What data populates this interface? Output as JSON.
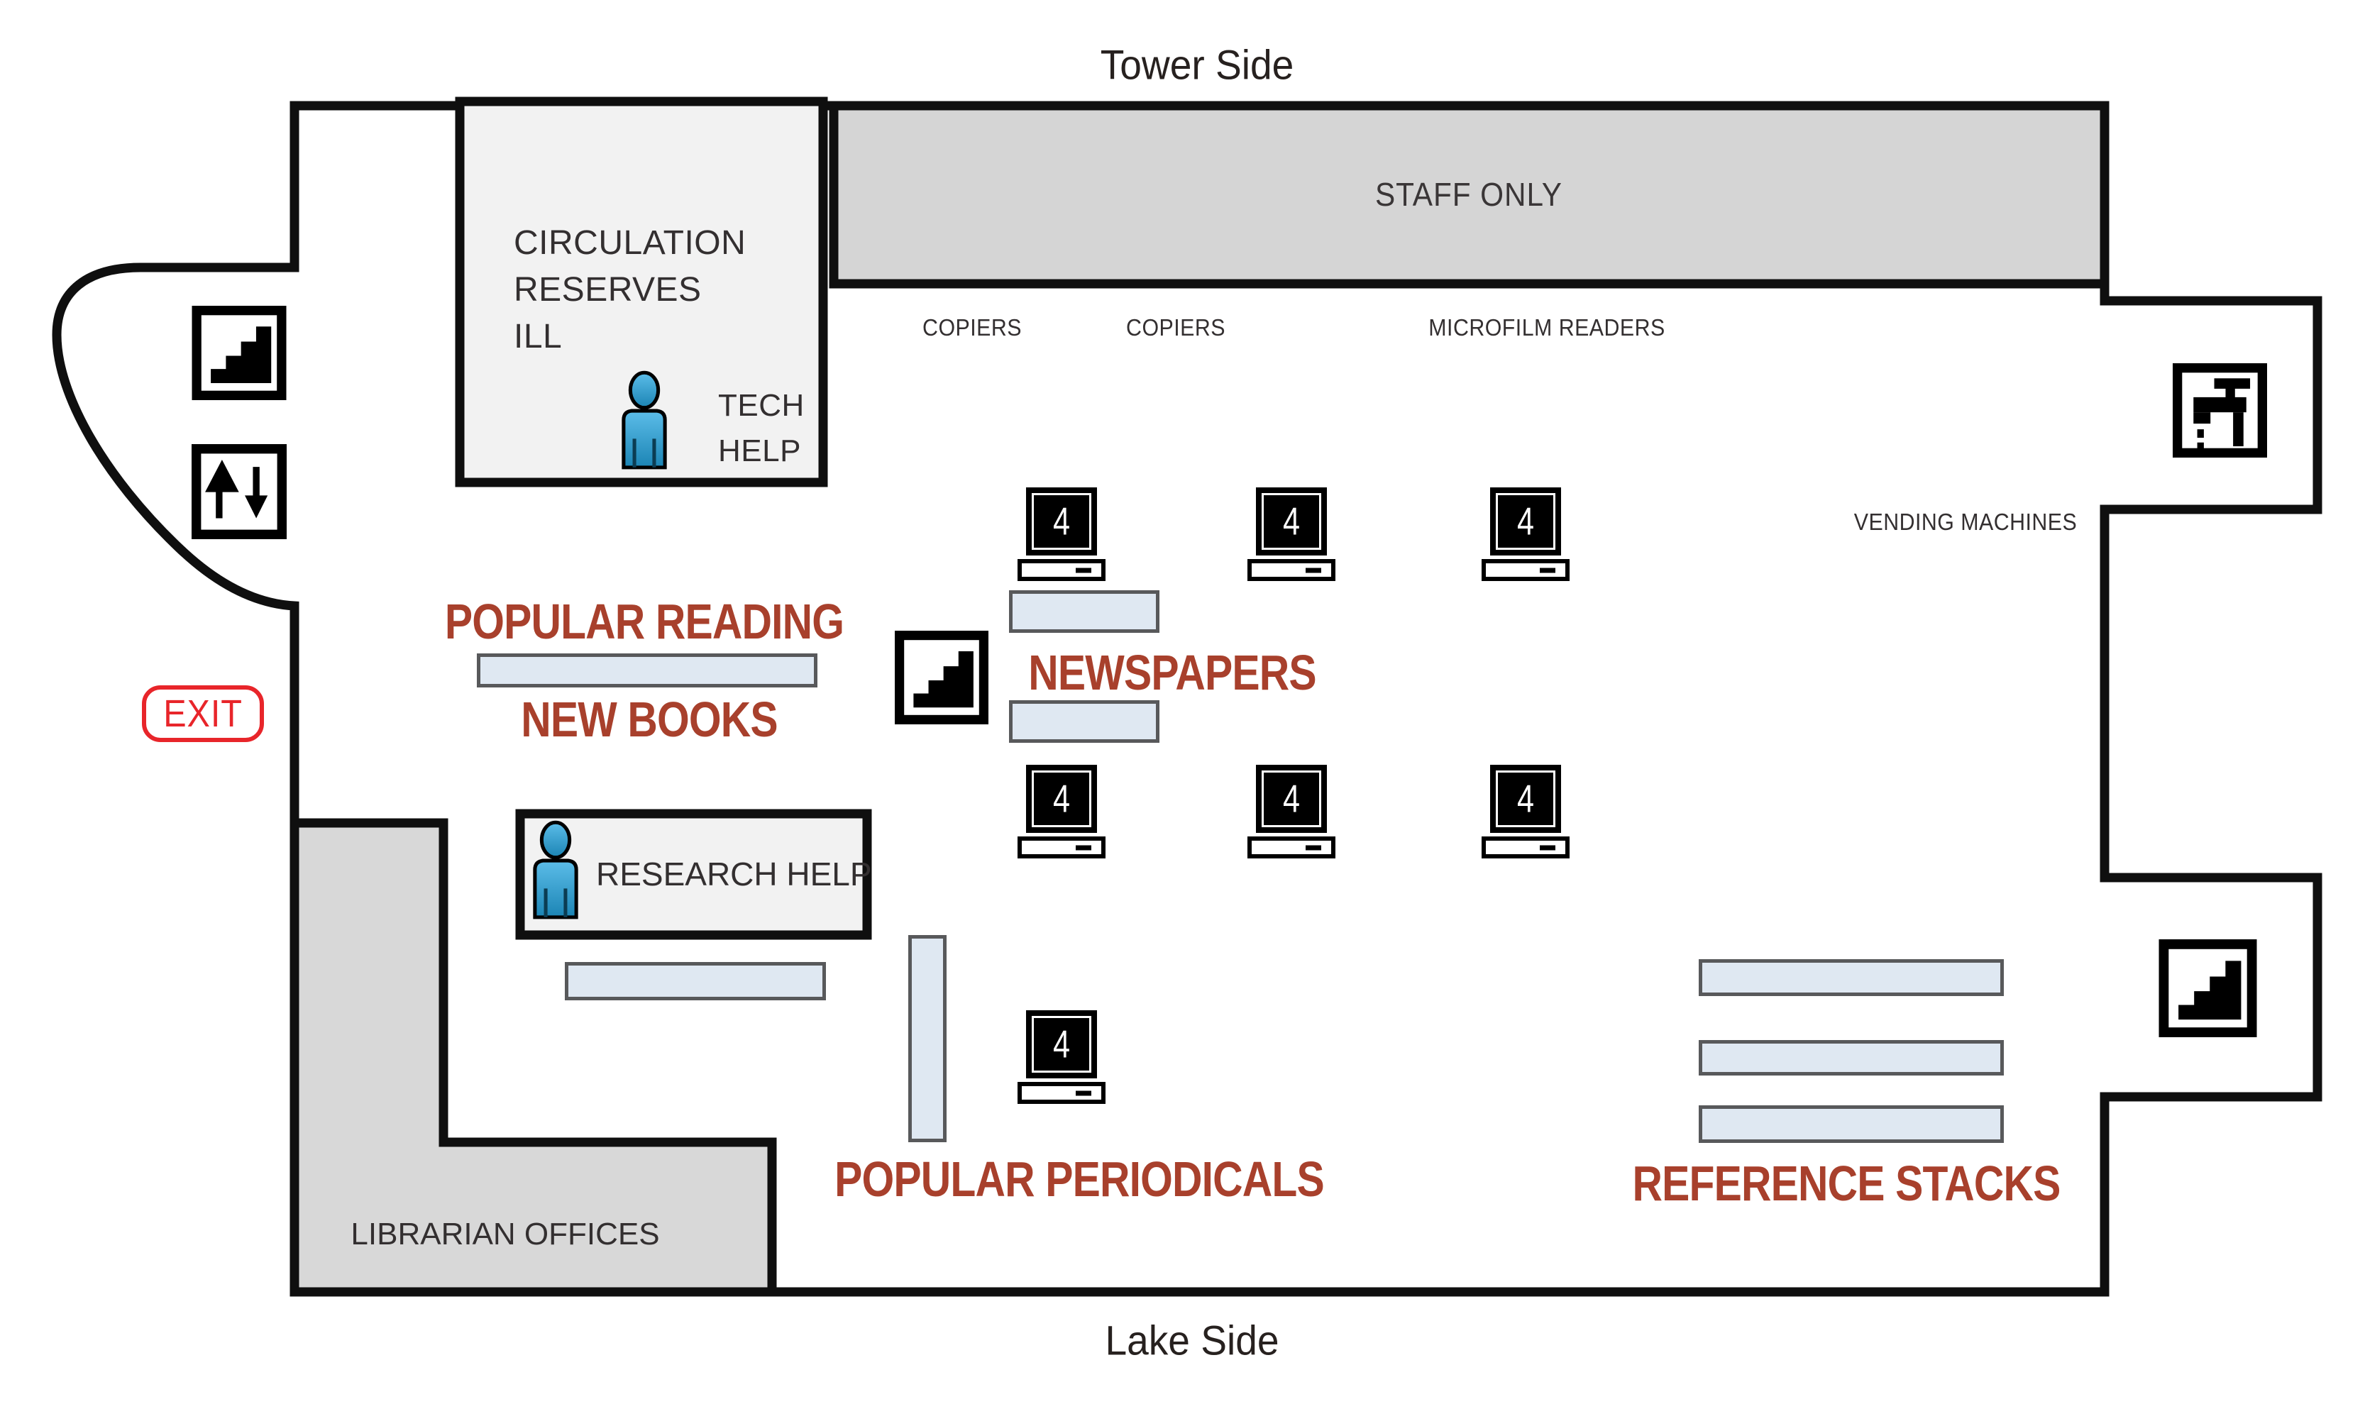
{
  "canvas": {
    "width": "3333",
    "height": "1979",
    "background": "#ffffff"
  },
  "colors": {
    "accent": "#a8402c",
    "exit-red": "#e8252a",
    "ink": "#0f0f0f",
    "text-dark": "#332f30",
    "gray-area": "#d5d5d5",
    "room-fill": "#f2f2f2",
    "shelf-fill": "#dfe8f2",
    "shelf-border": "#58595b",
    "person-blue": "#2f9fd1"
  },
  "sides": {
    "top": "Tower Side",
    "bottom": "Lake Side"
  },
  "staff_area": {
    "label": "STAFF ONLY"
  },
  "circulation": {
    "line1": "CIRCULATION",
    "line2": "RESERVES",
    "line3": "ILL",
    "tech_line1": "TECH",
    "tech_line2": "HELP"
  },
  "research": {
    "label": "RESEARCH HELP"
  },
  "offices": {
    "label": "LIBRARIAN OFFICES"
  },
  "equipment": {
    "copiers1": "COPIERS",
    "copiers2": "COPIERS",
    "microfilm": "MICROFILM READERS",
    "vending": "VENDING MACHINES"
  },
  "exit": {
    "label": "EXIT"
  },
  "areas": {
    "popular_reading": "POPULAR READING",
    "new_books": "NEW BOOKS",
    "newspapers": "NEWSPAPERS",
    "popular_periodicals": "POPULAR PERIODICALS",
    "reference_stacks": "REFERENCE STACKS"
  },
  "computer": {
    "screen_number": "4"
  },
  "icons": {
    "stairs": "stairs-icon",
    "elevator": "elevator-icon",
    "fountain": "drinking-fountain-icon",
    "person": "person-icon"
  }
}
